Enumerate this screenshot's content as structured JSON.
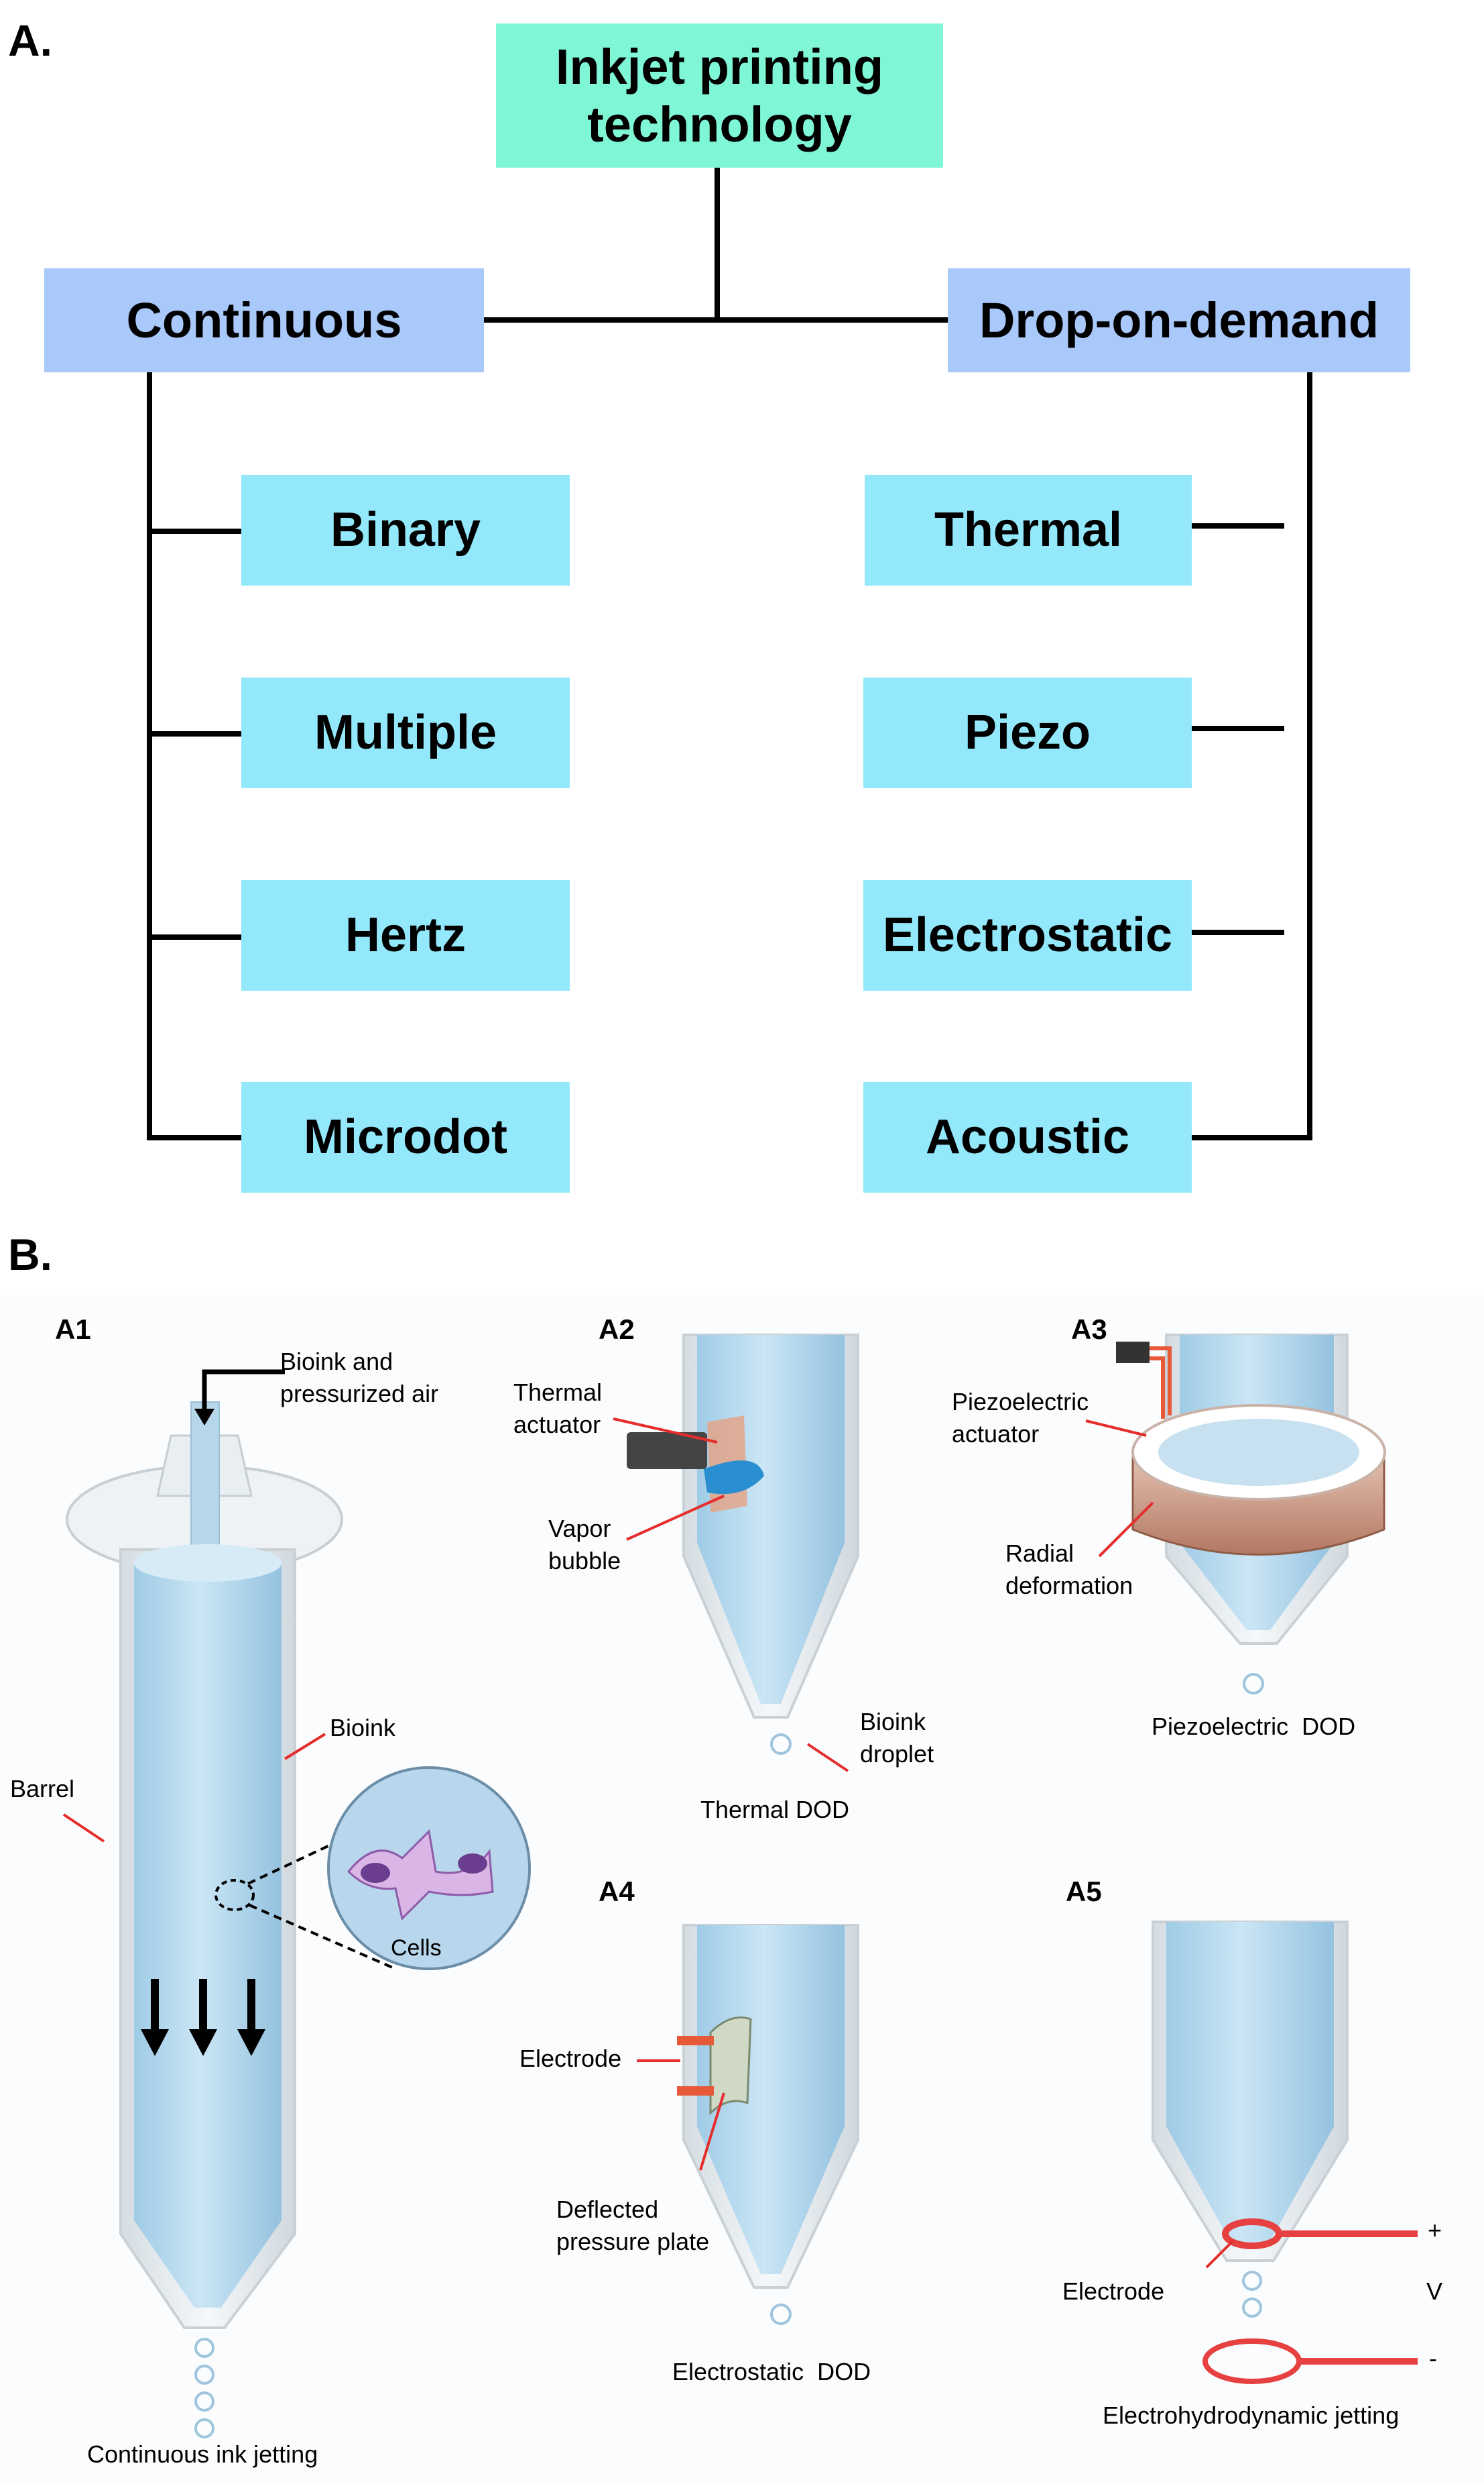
{
  "panel_a": {
    "label": "A.",
    "root": "Inkjet printing technology",
    "continuous": {
      "title": "Continuous",
      "items": [
        "Binary",
        "Multiple",
        "Hertz",
        "Microdot"
      ]
    },
    "dod": {
      "title": "Drop-on-demand",
      "items": [
        "Thermal",
        "Piezo",
        "Electrostatic",
        "Acoustic"
      ]
    }
  },
  "panel_b": {
    "label": "B.",
    "a1": {
      "tag": "A1",
      "inlet": [
        "Bioink and",
        "pressurized air"
      ],
      "bioink": "Bioink",
      "barrel": "Barrel",
      "cells": "Cells",
      "caption": "Continuous ink jetting"
    },
    "a2": {
      "tag": "A2",
      "thermal_actuator": [
        "Thermal",
        "actuator"
      ],
      "vapor_bubble": [
        "Vapor",
        "bubble"
      ],
      "droplet": [
        "Bioink",
        "droplet"
      ],
      "caption": "Thermal DOD"
    },
    "a3": {
      "tag": "A3",
      "actuator": [
        "Piezoelectric",
        "actuator"
      ],
      "radial": [
        "Radial",
        "deformation"
      ],
      "caption": "Piezoelectric  DOD"
    },
    "a4": {
      "tag": "A4",
      "electrode": "Electrode",
      "plate": [
        "Deflected",
        "pressure plate"
      ],
      "caption": "Electrostatic  DOD"
    },
    "a5": {
      "tag": "A5",
      "electrode": "Electrode",
      "plus": "+",
      "voltage": "V",
      "minus": "-",
      "caption": "Electrohydrodynamic jetting"
    }
  }
}
